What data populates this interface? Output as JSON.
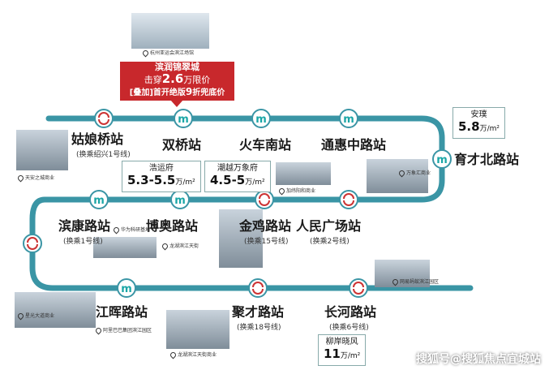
{
  "colors": {
    "line": "#3a95a5",
    "metro": "#1aa6a6",
    "transfer": "#c33",
    "callout": "#c8282c"
  },
  "callout": {
    "project": "滨润锦翠城",
    "line2_pre": "击穿",
    "line2_num": "2.6",
    "line2_post": "万限价",
    "line3_a": "[叠加]首开绝版",
    "line3_num": "9",
    "line3_b": "折兜底价"
  },
  "callout_photo_label": "杭州亚运会滨江场馆",
  "stations": {
    "guniangqiao": {
      "name": "姑娘桥站",
      "sub": "(换乘绍兴1号线)"
    },
    "shuangqiao": {
      "name": "双桥站"
    },
    "huochenan": {
      "name": "火车南站"
    },
    "tonghuizhong": {
      "name": "通惠中路站"
    },
    "yucaibei": {
      "name": "育才北路站"
    },
    "renminguangchang": {
      "name": "人民广场站",
      "sub": "(换乘2号线)"
    },
    "jinji": {
      "name": "金鸡路站",
      "sub": "(换乘15号线)"
    },
    "boao": {
      "name": "博奥路站"
    },
    "binkang": {
      "name": "滨康路站",
      "sub": "(换乘1号线)"
    },
    "jianghui": {
      "name": "江晖路站"
    },
    "jucai": {
      "name": "聚才路站",
      "sub": "(换乘18号线)"
    },
    "changhe": {
      "name": "长河路站",
      "sub": "(换乘6号线)"
    }
  },
  "prices": {
    "anpu": {
      "name": "安璞",
      "value": "5.8",
      "unit": "万/m²"
    },
    "haoyun": {
      "name": "浩运府",
      "value": "5.3-5.5",
      "unit": "万/m²"
    },
    "chaoyue": {
      "name": "潮越万象府",
      "value": "4.5-5",
      "unit": "万/m²"
    },
    "liuan": {
      "name": "柳岸晓风",
      "value": "11",
      "unit": "万/m²"
    }
  },
  "landmarks": {
    "tiandi": "天安之城商业",
    "wanxiang": "万象汇商业",
    "jiaxiang": "加纬阳和商业",
    "huacai": "华为科研基地",
    "longhu": "龙湖滨江天街",
    "xingguang": "星光大道商业",
    "alibaba": "阿里巴巴集团滨江园区",
    "wanghong": "网易蚂蚁滨江园区",
    "longhu2": "龙湖滨江天街商业"
  },
  "watermark": "搜狐号@搜狐焦点宜城站"
}
